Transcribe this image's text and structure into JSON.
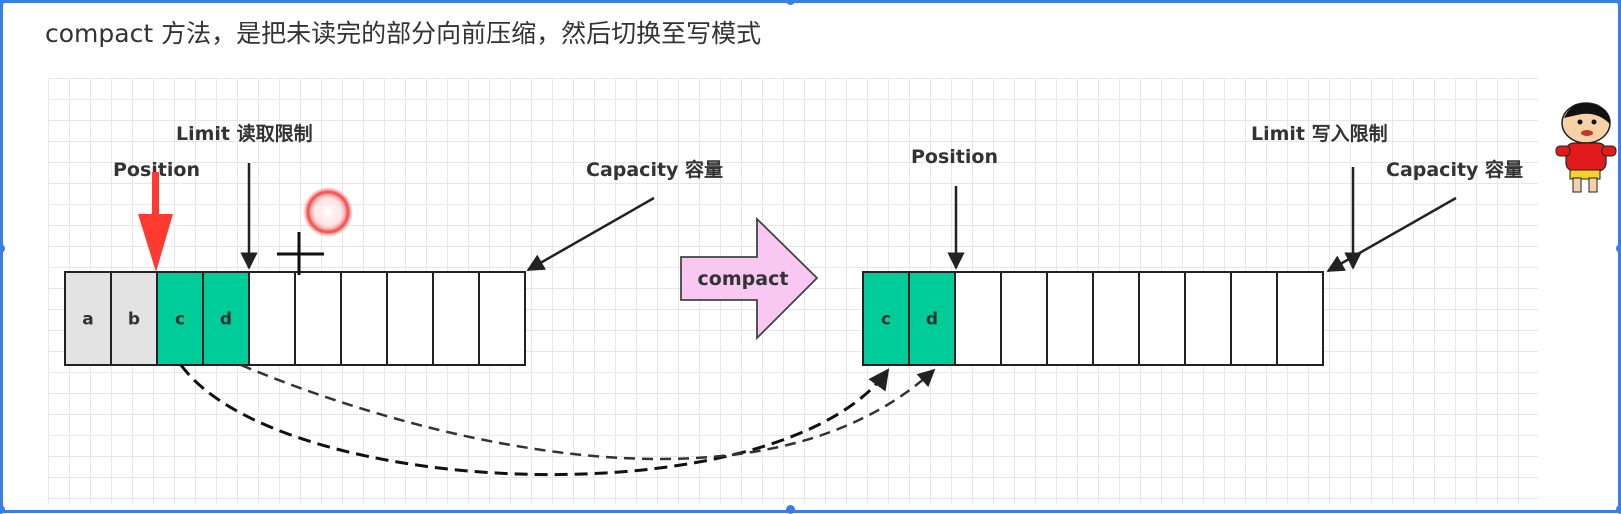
{
  "heading": "compact 方法，是把未读完的部分向前压缩，然后切换至写模式",
  "colors": {
    "frame": "#3a7ee6",
    "read_cell": "#e3e3e3",
    "unread_cell": "#00cc99",
    "empty_cell": "#ffffff",
    "position_arrow": "#ff3b2f",
    "compact_arrow_fill": "#f8c8f3",
    "cursor_ring": "#f04848"
  },
  "before": {
    "position_label": "Position",
    "limit_label": "Limit 读取限制",
    "capacity_label": "Capacity 容量",
    "cells": [
      {
        "label": "a",
        "state": "read"
      },
      {
        "label": "b",
        "state": "read"
      },
      {
        "label": "c",
        "state": "unread"
      },
      {
        "label": "d",
        "state": "unread"
      },
      {
        "label": "",
        "state": "empty"
      },
      {
        "label": "",
        "state": "empty"
      },
      {
        "label": "",
        "state": "empty"
      },
      {
        "label": "",
        "state": "empty"
      },
      {
        "label": "",
        "state": "empty"
      },
      {
        "label": "",
        "state": "empty"
      }
    ]
  },
  "compact_arrow_label": "compact",
  "after": {
    "position_label": "Position",
    "limit_label": "Limit 写入限制",
    "capacity_label": "Capacity 容量",
    "cells": [
      {
        "label": "c",
        "state": "unread"
      },
      {
        "label": "d",
        "state": "unread"
      },
      {
        "label": "",
        "state": "empty"
      },
      {
        "label": "",
        "state": "empty"
      },
      {
        "label": "",
        "state": "empty"
      },
      {
        "label": "",
        "state": "empty"
      },
      {
        "label": "",
        "state": "empty"
      },
      {
        "label": "",
        "state": "empty"
      },
      {
        "label": "",
        "state": "empty"
      },
      {
        "label": "",
        "state": "empty"
      }
    ]
  },
  "icons": {
    "cursor": "crosshair-cursor-icon",
    "click": "click-highlight-icon",
    "mascot": "cartoon-mascot-icon"
  }
}
